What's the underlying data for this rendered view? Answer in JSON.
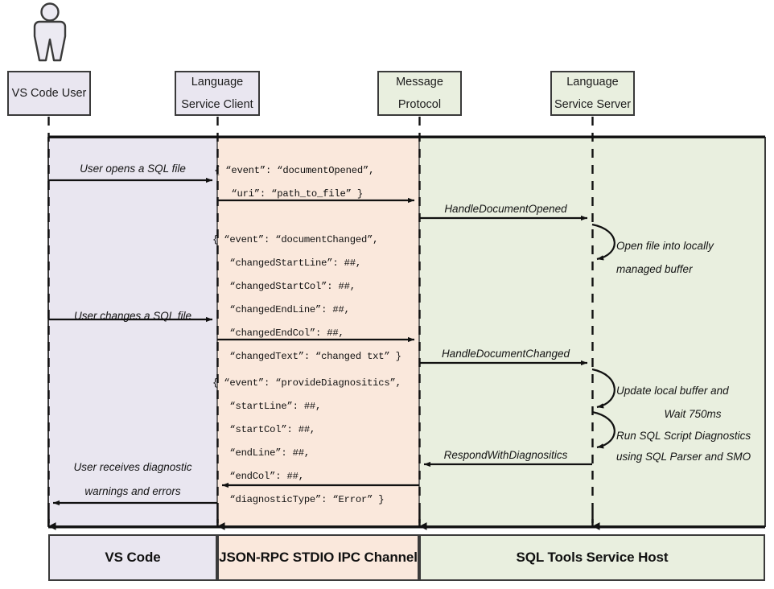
{
  "diagram": {
    "title": "VS Code SQL Tools Language Service Sequence Diagram",
    "type": "sequence-diagram",
    "colors": {
      "band_vscode": "#e9e6f0",
      "band_ipc": "#fae8dc",
      "band_host": "#e9efdf",
      "stroke": "#3a3a3a",
      "text": "#111111"
    }
  },
  "actor": {
    "name": "vs-code-user-actor"
  },
  "participants": [
    {
      "id": "vs-code-user",
      "line1": "VS Code User",
      "line2": "",
      "fill": "purple"
    },
    {
      "id": "language-service-client",
      "line1": "Language",
      "line2": "Service Client",
      "fill": "purple"
    },
    {
      "id": "message-protocol",
      "line1": "Message",
      "line2": "Protocol",
      "fill": "green"
    },
    {
      "id": "language-service-server",
      "line1": "Language",
      "line2": "Service Server",
      "fill": "green"
    }
  ],
  "messages": {
    "user_opens_file": "User opens a SQL file",
    "user_changes_file": "User changes a SQL file",
    "user_receives_line1": "User receives diagnostic",
    "user_receives_line2": "warnings and errors",
    "handle_document_opened": "HandleDocumentOpened",
    "handle_document_changed": "HandleDocumentChanged",
    "respond_with_diagnositics": "RespondWithDiagnositics"
  },
  "json_payloads": {
    "document_opened": "{ “event”: “documentOpened”,\n   “uri”: “path_to_file” }",
    "document_changed": "{ “event”: “documentChanged”,\n   “changedStartLine”: ##,\n   “changedStartCol”: ##,\n   “changedEndLine”: ##,\n   “changedEndCol”: ##,\n   “changedText”: “changed txt” }",
    "provide_diagnositics": "{ “event”: “provideDiagnositics”,\n   “startLine”: ##,\n   “startCol”: ##,\n   “endLine”: ##,\n   “endCol”: ##,\n   “diagnosticType”: “Error” }"
  },
  "notes": {
    "open_file_line1": "Open file into locally",
    "open_file_line2": "managed buffer",
    "update_buffer_line1": "Update local buffer and",
    "update_buffer_line2": "Wait 750ms",
    "run_diagnostics_line1": "Run SQL Script Diagnostics",
    "run_diagnostics_line2": "using SQL Parser and SMO"
  },
  "footer": [
    {
      "id": "vs-code",
      "label": "VS Code",
      "fill": "purple"
    },
    {
      "id": "ipc",
      "label": "JSON-RPC STDIO IPC Channel",
      "fill": "orange"
    },
    {
      "id": "host",
      "label": "SQL Tools Service Host",
      "fill": "green"
    }
  ]
}
